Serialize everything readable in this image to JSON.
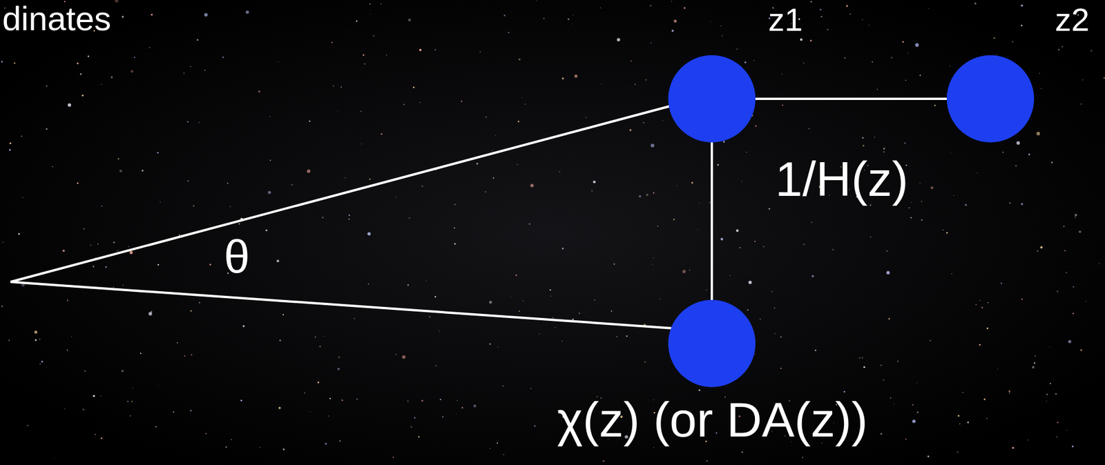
{
  "diagram": {
    "nodes": [
      {
        "text": [
          "z1"
        ]
      },
      {
        "text": [
          "z2"
        ]
      },
      {
        "text": [
          "χ(z) (or DA(z))"
        ]
      }
    ],
    "edges": [
      {
        "from": 0,
        "to": 1,
        "label": "1/H(z)",
        "arrow": "none"
      },
      {
        "from": 0,
        "to": 2,
        "arrow": "none"
      }
    ],
    "labels": [
      "dinates",
      "θ"
    ]
  }
}
